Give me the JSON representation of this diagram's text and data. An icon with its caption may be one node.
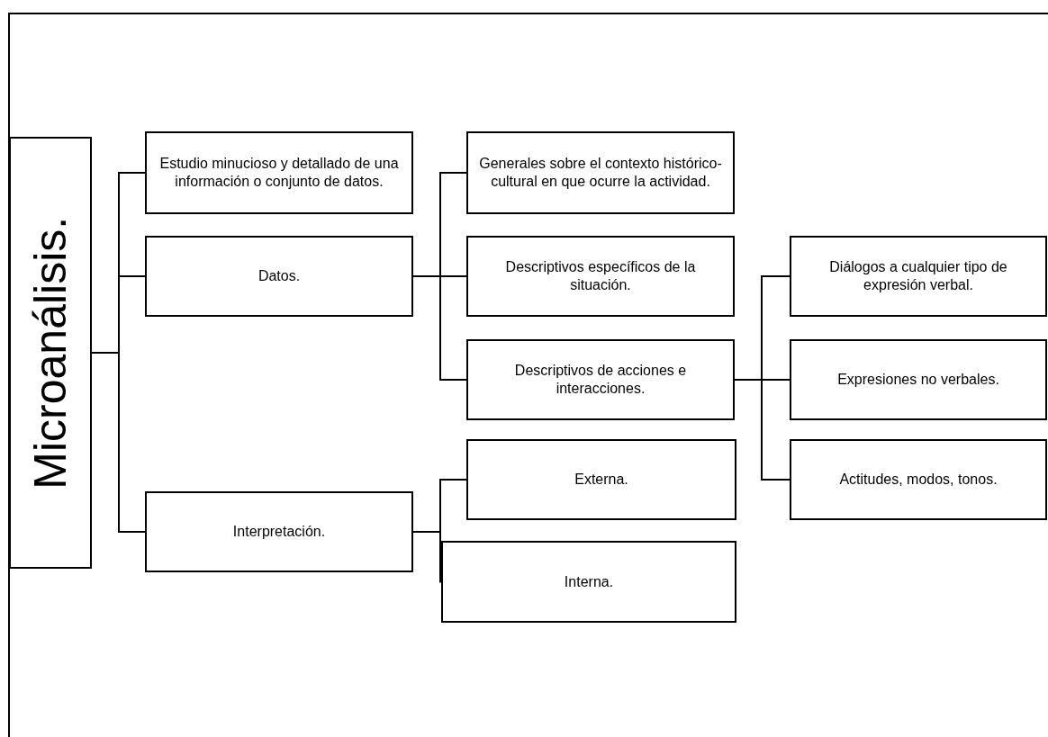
{
  "diagram": {
    "nodes": [
      {
        "text": [
          "Microanálisis."
        ]
      },
      {
        "text": [
          "Estudio minucioso y detallado de una información o conjunto de datos."
        ]
      },
      {
        "text": [
          "Datos."
        ]
      },
      {
        "text": [
          "Interpretación."
        ]
      },
      {
        "text": [
          "Generales sobre el contexto histórico-cultural en que ocurre la actividad."
        ]
      },
      {
        "text": [
          "Descriptivos específicos de la situación."
        ]
      },
      {
        "text": [
          "Descriptivos de acciones e interacciones."
        ]
      },
      {
        "text": [
          "Externa."
        ]
      },
      {
        "text": [
          "Interna."
        ]
      },
      {
        "text": [
          "Diálogos a cualquier tipo de expresión verbal."
        ]
      },
      {
        "text": [
          "Expresiones no verbales."
        ]
      },
      {
        "text": [
          "Actitudes, modos, tonos."
        ]
      }
    ],
    "edges": [
      {
        "from": 0,
        "to": 1,
        "arrow": "none"
      },
      {
        "from": 0,
        "to": 2,
        "arrow": "none"
      },
      {
        "from": 0,
        "to": 3,
        "arrow": "none"
      },
      {
        "from": 2,
        "to": 4,
        "arrow": "none"
      },
      {
        "from": 2,
        "to": 5,
        "arrow": "none"
      },
      {
        "from": 2,
        "to": 6,
        "arrow": "none"
      },
      {
        "from": 3,
        "to": 7,
        "arrow": "none"
      },
      {
        "from": 3,
        "to": 8,
        "arrow": "none"
      },
      {
        "from": 6,
        "to": 9,
        "arrow": "none"
      },
      {
        "from": 6,
        "to": 10,
        "arrow": "none"
      },
      {
        "from": 6,
        "to": 11,
        "arrow": "none"
      }
    ]
  }
}
